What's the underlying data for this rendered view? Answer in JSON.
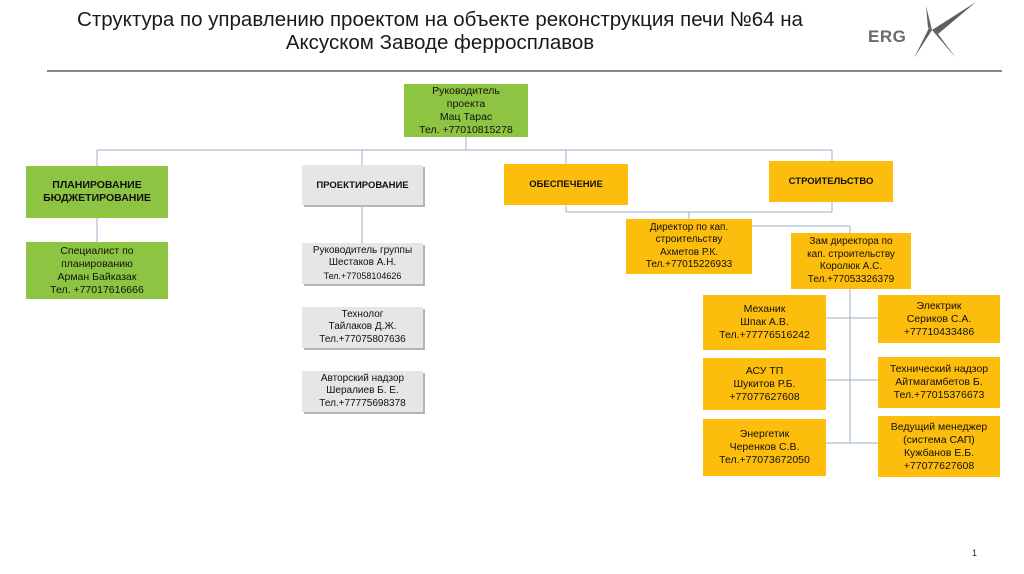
{
  "header": {
    "title_line1": "Структура по управлению проектом на объекте реконструкция печи №64 на",
    "title_line2": "Аксуском Заводе ферросплавов",
    "logo_text": "ERG"
  },
  "colors": {
    "green": "#8dc542",
    "grey": "#e6e6e6",
    "yellow": "#fdbd0c",
    "connector": "#9bb0c8"
  },
  "nodes": {
    "head": [
      "Руководитель",
      "проекта",
      "Мац Тарас",
      "Тел. +77010815278"
    ],
    "planning": [
      "ПЛАНИРОВАНИЕ",
      "БЮДЖЕТИРОВАНИЕ"
    ],
    "design": [
      "ПРОЕКТИРОВАНИЕ"
    ],
    "supply": [
      "ОБЕСПЕЧЕНИЕ"
    ],
    "construction": [
      "СТРОИТЕЛЬСТВО"
    ],
    "planning_specialist": [
      "Специалист по",
      "планированию",
      "Арман Байказак",
      "Тел. +77017616666"
    ],
    "design_group_lead": [
      "Руководитель группы",
      "Шестаков А.Н.",
      "Тел.+77058104626"
    ],
    "technologist": [
      "Технолог",
      "Тайлаков Д.Ж.",
      "Тел.+77075807636"
    ],
    "author_supervision": [
      "Авторский надзор",
      "Шералиев Б. Е.",
      "Тел.+77775698378"
    ],
    "capital_director": [
      "Директор по кап.",
      "строительству",
      "Ахметов Р.К.",
      "Тел.+77015226933"
    ],
    "deputy_director": [
      "Зам директора по",
      "кап. строительству",
      "Королюк  А.С.",
      "Тел.+77053326379"
    ],
    "mechanic": [
      "Механик",
      "Шпак А.В.",
      "Тел.+77776516242"
    ],
    "asu_tp": [
      "АСУ ТП",
      "Шукитов Р.Б.",
      "+77077627608"
    ],
    "energy": [
      "Энергетик",
      "Черенков С.В.",
      "Тел.+77073672050"
    ],
    "electrician": [
      "Электрик",
      "Сериков С.А.",
      "+77710433486"
    ],
    "tech_supervision": [
      "Технический надзор",
      "Айтмагамбетов Б.",
      "Тел.+77015376673"
    ],
    "lead_manager": [
      "Ведущий менеджер",
      "(система САП)",
      "Кужбанов Е.Б.",
      "+77077627608"
    ]
  },
  "page_number": "1"
}
